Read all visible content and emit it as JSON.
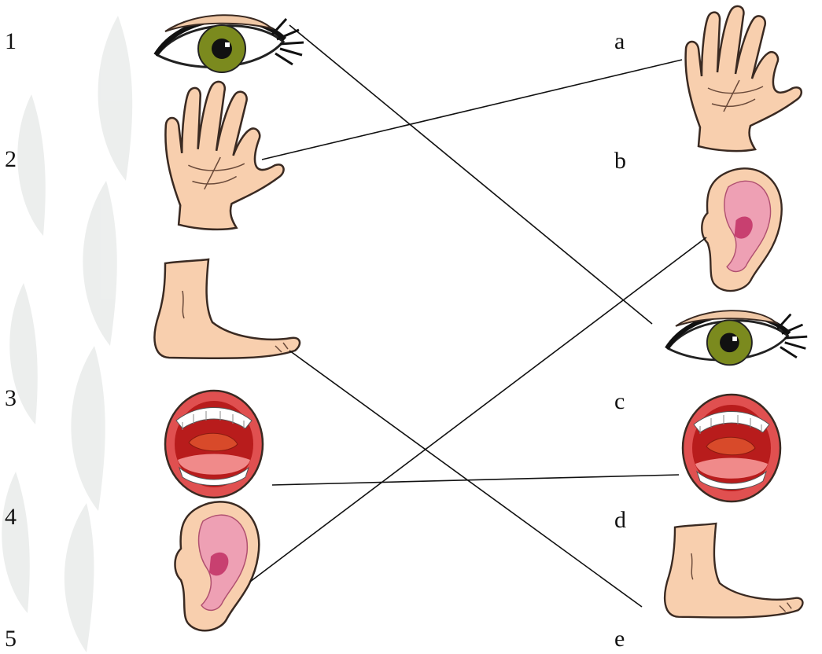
{
  "left_numbers": [
    "1",
    "2",
    "3",
    "4",
    "5"
  ],
  "right_letters": [
    "a",
    "b",
    "c",
    "d",
    "e"
  ],
  "left_items": [
    "eye",
    "hand",
    "foot",
    "mouth",
    "ear"
  ],
  "right_items": [
    "hand",
    "ear",
    "eye",
    "mouth",
    "foot"
  ],
  "matches": [
    {
      "from": "eye",
      "to": "eye"
    },
    {
      "from": "hand",
      "to": "hand"
    },
    {
      "from": "foot",
      "to": "foot"
    },
    {
      "from": "mouth",
      "to": "mouth"
    },
    {
      "from": "ear",
      "to": "ear"
    }
  ],
  "colors": {
    "skin": "#f8cfae",
    "skin_outline": "#3a2a22",
    "iris": "#7b8a1e",
    "lip": "#e05050",
    "mouth_inside": "#b81c1c",
    "tongue": "#f08a8a",
    "ear_inner": "#e0779a",
    "line": "#111111"
  }
}
